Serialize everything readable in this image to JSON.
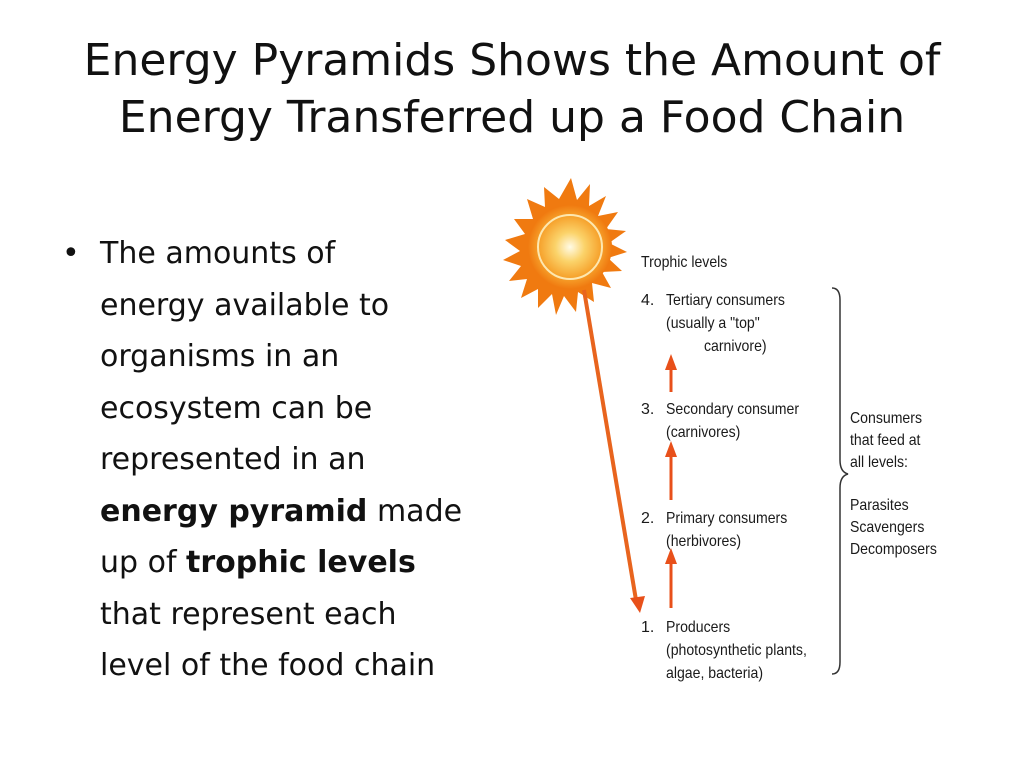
{
  "slide": {
    "title_lines": [
      "Energy Pyramids Shows the Amount of",
      "Energy Transferred up a Food Chain"
    ],
    "bullet": {
      "marker": "•",
      "lines": [
        {
          "parts": [
            "The amounts of"
          ]
        },
        {
          "parts": [
            "energy available to"
          ]
        },
        {
          "parts": [
            "organisms in an"
          ]
        },
        {
          "parts": [
            "ecosystem can be"
          ]
        },
        {
          "parts": [
            "represented in an"
          ]
        },
        {
          "bold": "energy pyramid",
          "rest": " made"
        },
        {
          "pre": "up of ",
          "bold": "trophic levels"
        },
        {
          "parts": [
            "that represent each"
          ]
        },
        {
          "parts": [
            "level of the food chain"
          ]
        }
      ]
    }
  },
  "diagram": {
    "heading": "Trophic levels",
    "levels": [
      {
        "number": "4.",
        "line1": "Tertiary consumers",
        "line2": "(usually a \"top\"",
        "line3": "carnivore)"
      },
      {
        "number": "3.",
        "line1": "Secondary consumer",
        "line2": "(carnivores)"
      },
      {
        "number": "2.",
        "line1": "Primary consumers",
        "line2": "(herbivores)"
      },
      {
        "number": "1.",
        "line1": "Producers",
        "line2": "(photosynthetic plants,",
        "line3": "algae, bacteria)"
      }
    ],
    "side_note": {
      "line1": "Consumers",
      "line2": "that feed at",
      "line3": "all levels:",
      "line4": "Parasites",
      "line5": "Scavengers",
      "line6": "Decomposers"
    },
    "colors": {
      "sun_outer": "#f07a10",
      "sun_inner": "#f9c24a",
      "arrow": "#e8501a"
    }
  }
}
